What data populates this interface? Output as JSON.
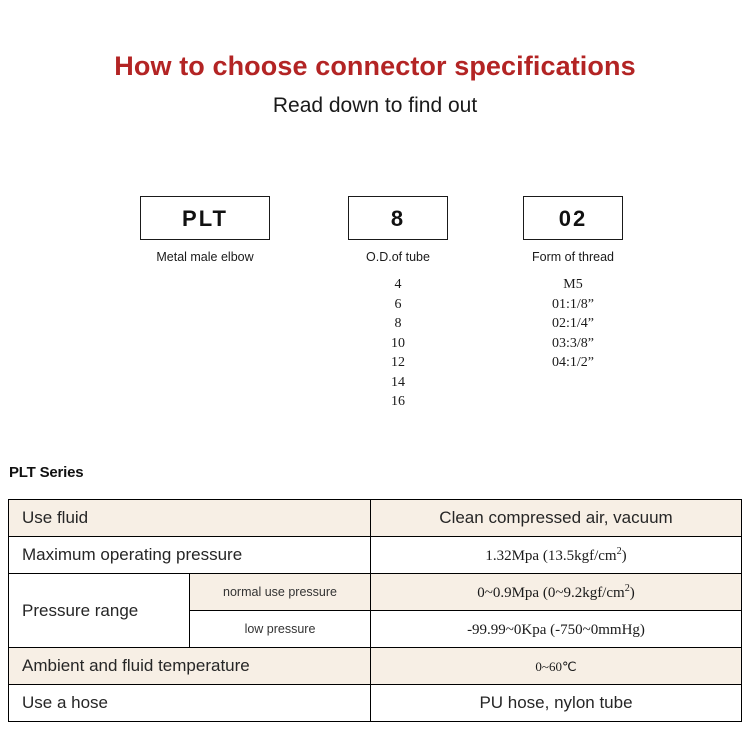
{
  "header": {
    "title": "How to choose connector specifications",
    "subtitle": "Read down to find out"
  },
  "selector": {
    "groups": [
      {
        "code": "PLT",
        "caption": "Metal male elbow",
        "options": []
      },
      {
        "code": "8",
        "caption": "O.D.of tube",
        "options": [
          "4",
          "6",
          "8",
          "10",
          "12",
          "14",
          "16"
        ]
      },
      {
        "code": "02",
        "caption": "Form of thread",
        "options": [
          "M5",
          "01:1/8”",
          "02:1/4”",
          "03:3/8”",
          "04:1/2”"
        ]
      }
    ]
  },
  "series": {
    "heading": "PLT Series",
    "rows": [
      {
        "label": "Use fluid",
        "value": "Clean compressed air, vacuum"
      },
      {
        "label": "Maximum operating pressure",
        "value_pre": "1.32Mpa  (13.5kgf/cm",
        "value_sup": "2",
        "value_post": ")"
      },
      {
        "label": "Pressure range",
        "sub_rows": [
          {
            "sub_label": "normal use pressure",
            "value_pre": "0~0.9Mpa  (0~9.2kgf/cm",
            "value_sup": "2",
            "value_post": ")"
          },
          {
            "sub_label": "low pressure",
            "value": "-99.99~0Kpa  (-750~0mmHg)"
          }
        ]
      },
      {
        "label": "Ambient and fluid temperature",
        "value": "0~60℃"
      },
      {
        "label": "Use a hose",
        "value": "PU hose, nylon tube"
      }
    ]
  },
  "colors": {
    "title_red": "#b32424",
    "row_beige": "#f7efe5",
    "row_white": "#ffffff",
    "border": "#000000"
  }
}
